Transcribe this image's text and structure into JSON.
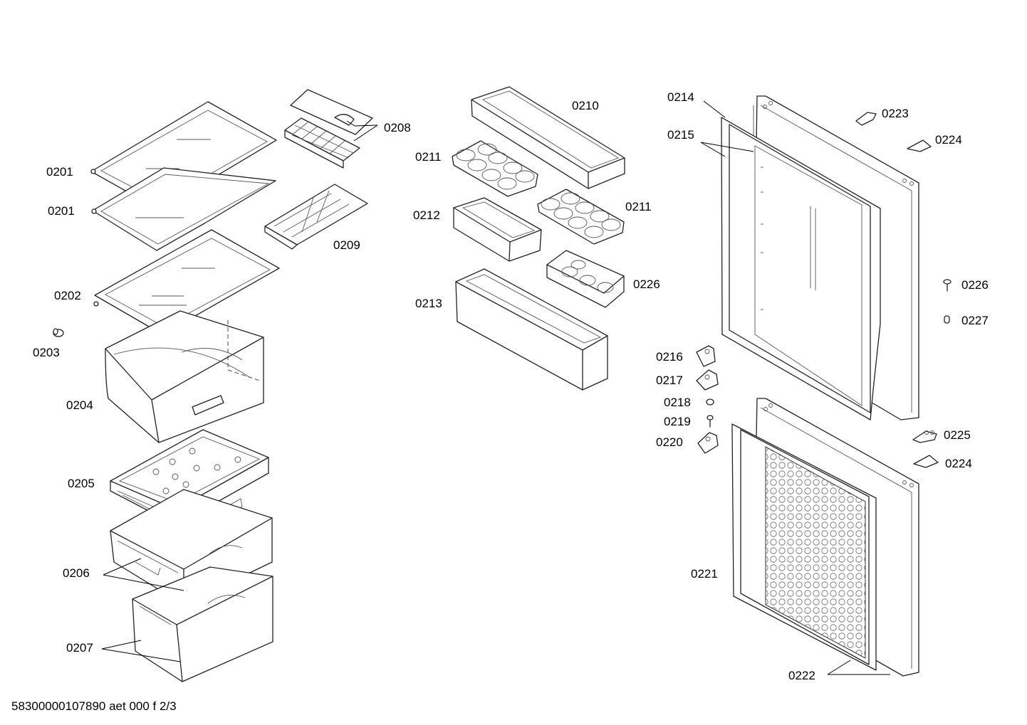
{
  "footer": {
    "doc_id": "58300000107890 aet 000 f 2/3"
  },
  "labels": {
    "p0201a": "0201",
    "p0201b": "0201",
    "p0202": "0202",
    "p0203": "0203",
    "p0204": "0204",
    "p0205": "0205",
    "p0206": "0206",
    "p0207": "0207",
    "p0208": "0208",
    "p0209": "0209",
    "p0210": "0210",
    "p0211a": "0211",
    "p0211b": "0211",
    "p0212": "0212",
    "p0213": "0213",
    "p0214": "0214",
    "p0215": "0215",
    "p0216": "0216",
    "p0217": "0217",
    "p0218": "0218",
    "p0219": "0219",
    "p0220": "0220",
    "p0221": "0221",
    "p0222": "0222",
    "p0223": "0223",
    "p0224a": "0224",
    "p0224b": "0224",
    "p0225": "0225",
    "p0226a": "0226",
    "p0226b": "0226",
    "p0227": "0227"
  }
}
